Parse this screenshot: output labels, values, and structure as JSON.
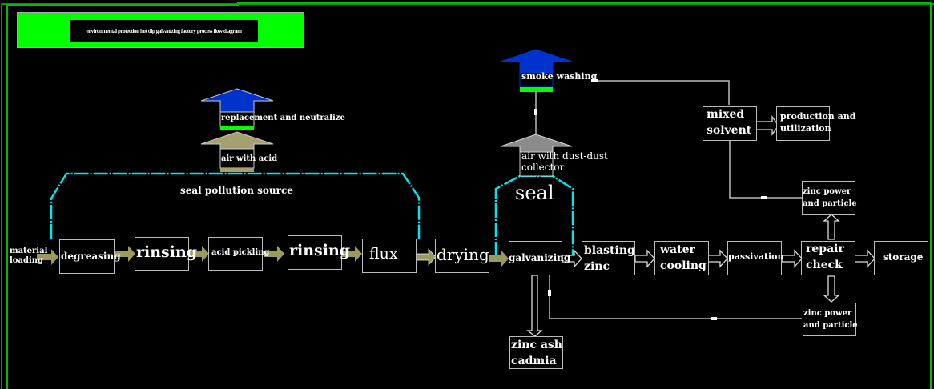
{
  "title": "environmental protection hot dip galvanizing factory process flow diagram",
  "colors": {
    "frame": "#00cc00",
    "title_band": "#00ff00",
    "seal_line": "#00e5ee",
    "process_arrow": "#9a9a5a",
    "exhaust_blue": "#0033cc",
    "exhaust_olive": "#a5a070",
    "exhaust_gray": "#8c8c8c",
    "green_bar": "#00ff00",
    "line": "#bbbbbb"
  },
  "exhaust": {
    "acid_treatment": "replacement and neutralize",
    "acid_air": "air with acid",
    "smoke_washing": "smoke washing",
    "dust_air": "air with dust-dust collector"
  },
  "seals": {
    "pollution_source": "seal pollution source",
    "galvanizing_seal": "seal"
  },
  "process": {
    "material_loading": "material loading",
    "degreasing": "degreasing",
    "rinsing1": "rinsing",
    "acid_pickling": "acid pickling",
    "rinsing2": "rinsing",
    "flux": "flux",
    "drying": "drying",
    "galvanizing": "galvanizing",
    "blasting_zinc": "blasting zinc",
    "water_cooling": "water cooling",
    "passivation": "passivation",
    "repair_check": "repair check",
    "storage": "storage"
  },
  "byproducts": {
    "zinc_ash": "zinc ash cadmia",
    "mixed_solvent": "mixed solvent",
    "production": "production and utilization",
    "zinc_power_top": "zinc power and particle",
    "zinc_power_bottom": "zinc power and particle"
  }
}
